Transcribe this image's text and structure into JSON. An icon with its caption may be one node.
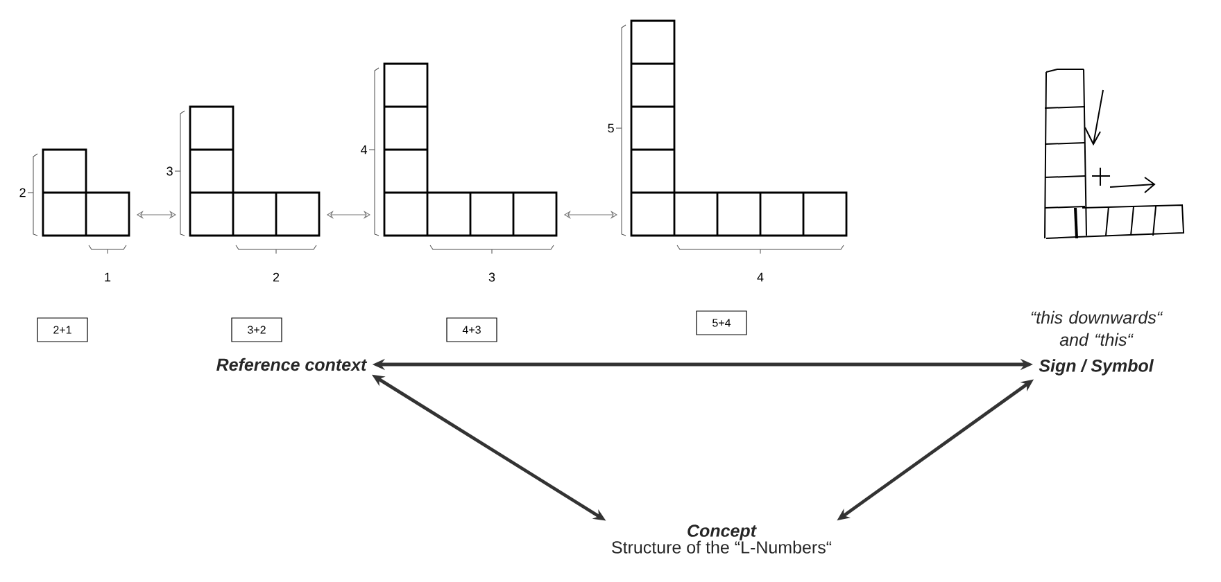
{
  "diagram": {
    "nodes": [
      {
        "text": [
          "Reference context"
        ]
      },
      {
        "text": [
          "Sign / Symbol"
        ]
      },
      {
        "text": [
          "Concept",
          "Structure of the “L-Numbers“"
        ]
      },
      {
        "text": [],
        "shape": "picture"
      },
      {
        "text": [],
        "shape": "picture"
      },
      {
        "text": [],
        "shape": "picture"
      },
      {
        "text": [],
        "shape": "picture"
      },
      {
        "text": [
          "2+1"
        ]
      },
      {
        "text": [
          "3+2"
        ]
      },
      {
        "text": [
          "4+3"
        ]
      },
      {
        "text": [
          "5+4"
        ]
      }
    ],
    "edges": [
      {
        "from": 3,
        "to": 4,
        "arrow": "both",
        "color": "#777777"
      },
      {
        "from": 4,
        "to": 5,
        "arrow": "both",
        "color": "#777777"
      },
      {
        "from": 5,
        "to": 6,
        "arrow": "both",
        "color": "#777777"
      },
      {
        "from": 0,
        "to": 1,
        "arrow": "both",
        "style": "thick"
      },
      {
        "from": 0,
        "to": 2,
        "arrow": "both",
        "style": "thick"
      },
      {
        "from": 1,
        "to": 2,
        "arrow": "both",
        "style": "thick"
      }
    ],
    "labels": [
      "2",
      "1",
      "3",
      "2",
      "4",
      "3",
      "5",
      "4",
      "“this downwards“ and “this“"
    ]
  }
}
